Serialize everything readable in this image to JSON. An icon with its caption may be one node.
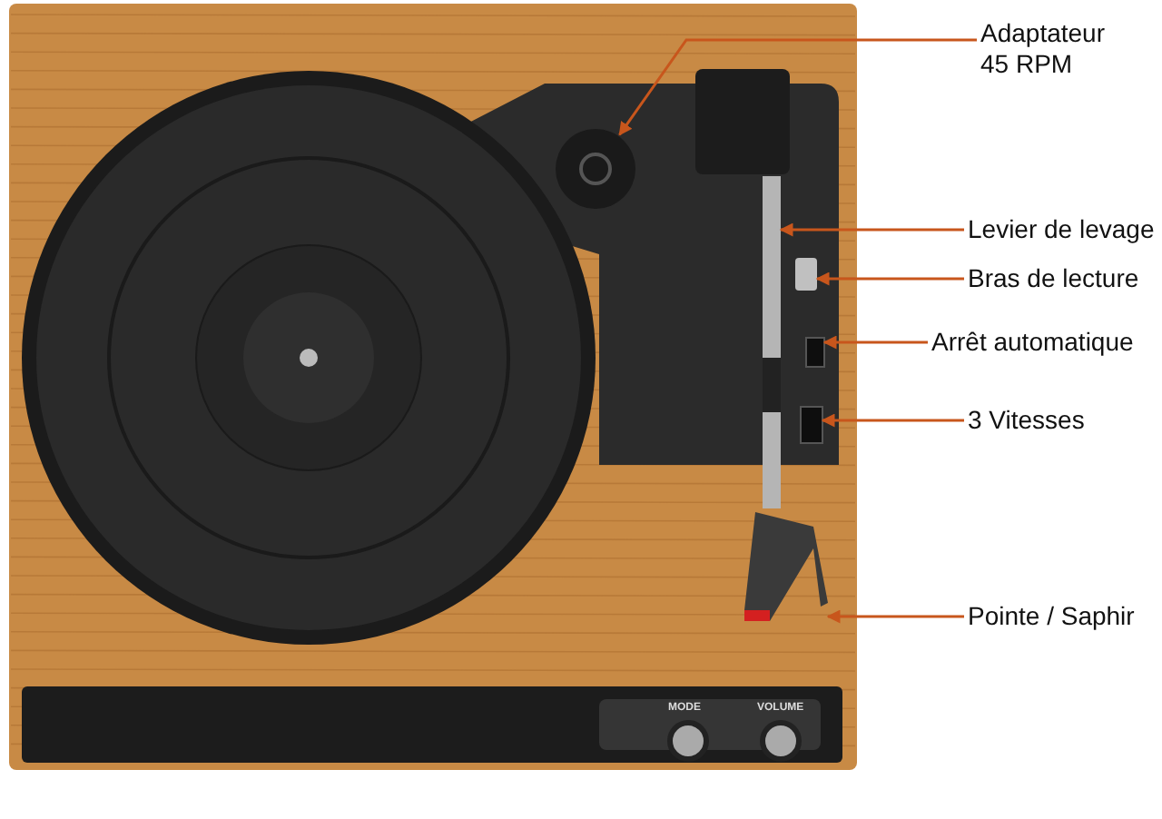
{
  "diagram": {
    "nodes": [
      {
        "text": [
          "Adaptateur 45 RPM"
        ]
      },
      {
        "text": [
          "Levier de levage"
        ]
      },
      {
        "text": [
          "Bras de lecture"
        ]
      },
      {
        "text": [
          "Arrêt automatique"
        ]
      },
      {
        "text": [
          "3 Vitesses"
        ]
      },
      {
        "text": [
          "Pointe / Saphir"
        ]
      },
      {
        "text": [],
        "shape": "picture"
      },
      {
        "text": [],
        "shape": "picture"
      },
      {
        "text": [],
        "shape": "picture"
      },
      {
        "text": [],
        "shape": "picture"
      },
      {
        "text": [],
        "shape": "picture"
      },
      {
        "text": [],
        "shape": "picture"
      }
    ],
    "edges": [
      {
        "from": 0,
        "to": 6,
        "arrow": "to"
      },
      {
        "from": 1,
        "to": 7,
        "arrow": "to"
      },
      {
        "from": 2,
        "to": 8,
        "arrow": "to"
      },
      {
        "from": 3,
        "to": 9,
        "arrow": "to"
      },
      {
        "from": 4,
        "to": 10,
        "arrow": "to"
      },
      {
        "from": 5,
        "to": 11,
        "arrow": "to"
      }
    ],
    "labels": [
      "MODE",
      "VOLUME"
    ]
  }
}
